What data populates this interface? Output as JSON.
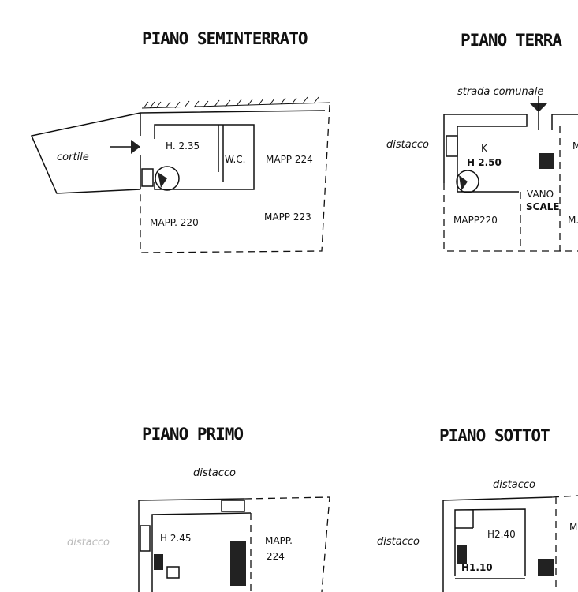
{
  "plans": [
    {
      "title": "PIANO   SEMINTERRATO",
      "labels": {
        "cortile": "cortile",
        "height": "H. 2.35",
        "wc": "W.C.",
        "mapp224": "MAPP 224",
        "mapp220": "MAPP. 220",
        "mapp223": "MAPP 223"
      }
    },
    {
      "title": "PIANO TERRA",
      "labels": {
        "strada": "strada comunale",
        "distacco": "distacco",
        "kitchen": "K",
        "height": "H 2.50",
        "vano": "VANO",
        "scale": "SCALE",
        "mapp220": "MAPP220",
        "m1": "M",
        "m2": "M."
      }
    },
    {
      "title": "PIANO   PRIMO",
      "labels": {
        "distacco_top": "distacco",
        "distacco_left": "distacco",
        "height": "H 2.45",
        "mapp_a": "MAPP.",
        "mapp_b": "224"
      }
    },
    {
      "title": "PIANO   SOTTOT",
      "labels": {
        "distacco_top": "distacco",
        "distacco_left": "distacco",
        "height1": "H2.40",
        "height2": "H1.10",
        "m1": "M"
      }
    }
  ]
}
